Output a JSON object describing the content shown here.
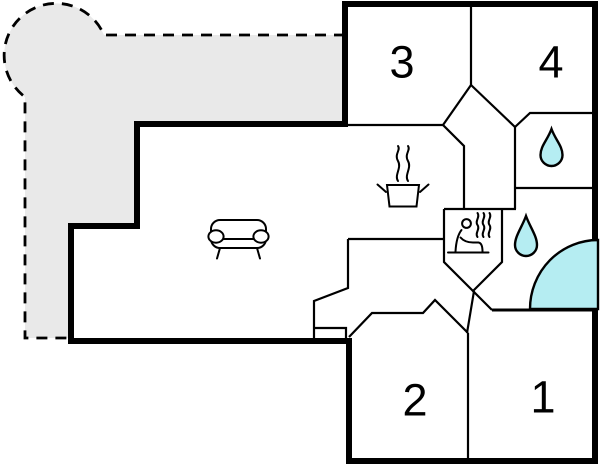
{
  "floor_plan": {
    "rooms": {
      "r3": {
        "label": "3"
      },
      "r4": {
        "label": "4"
      },
      "r2": {
        "label": "2"
      },
      "r1": {
        "label": "1"
      }
    },
    "features": {
      "terrace": "dashed-outline-terrace",
      "living_room_icon": "sofa-icon",
      "kitchen_icon": "cooking-pot-with-steam-icon",
      "sauna_icon": "person-in-sauna-with-steam-icon",
      "wc_icon": "water-drop-icon",
      "bathroom_icon": "water-drop-icon",
      "bath": "corner-bathtub-quarter-circle"
    },
    "colors": {
      "wall": "#000000",
      "terrace": "#e9e9e9",
      "water": "#b5edf2",
      "steam": "#8f8f8f",
      "background": "#ffffff"
    }
  }
}
